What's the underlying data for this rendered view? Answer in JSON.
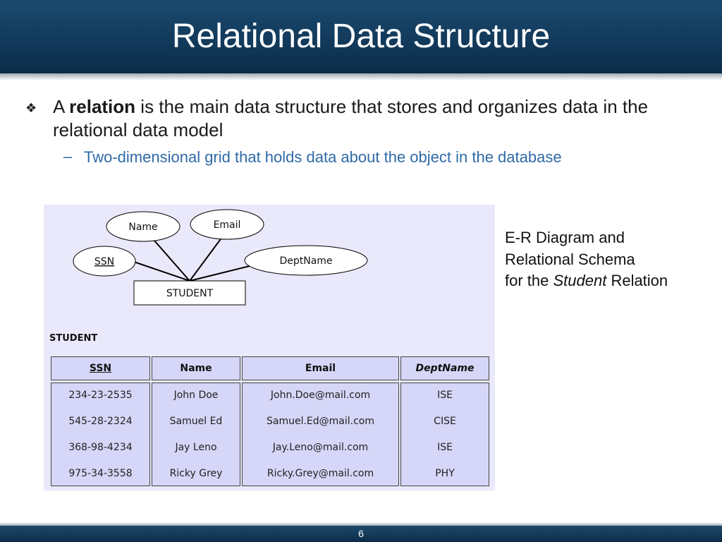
{
  "slide": {
    "title": "Relational Data Structure",
    "bullet": {
      "prefix": "A ",
      "bold": "relation",
      "rest": " is the main data structure that stores and organizes data in the relational data model"
    },
    "sub_bullet": {
      "dash": "–",
      "text": "Two-dimensional grid that holds data about the object in the database"
    },
    "caption": {
      "line1": "E-R Diagram and",
      "line2": "Relational Schema",
      "line3_prefix": "for the ",
      "line3_italic": "Student",
      "line3_suffix": " Relation"
    },
    "page_number": "6"
  },
  "er_diagram": {
    "entity": "STUDENT",
    "attributes": {
      "name": "Name",
      "email": "Email",
      "ssn": "SSN",
      "deptname": "DeptName"
    }
  },
  "relation_table": {
    "name": "STUDENT",
    "headers": [
      "SSN",
      "Name",
      "Email",
      "DeptName"
    ],
    "rows": [
      [
        "234-23-2535",
        "John Doe",
        "John.Doe@mail.com",
        "ISE"
      ],
      [
        "545-28-2324",
        "Samuel Ed",
        "Samuel.Ed@mail.com",
        "CISE"
      ],
      [
        "368-98-4234",
        "Jay Leno",
        "Jay.Leno@mail.com",
        "ISE"
      ],
      [
        "975-34-3558",
        "Ricky Grey",
        "Ricky.Grey@mail.com",
        "PHY"
      ]
    ]
  },
  "colors": {
    "header_bg": "#123a5c",
    "sub_bullet": "#2f6aa7",
    "figure_bg": "#e9e9fb",
    "table_cell": "#d6d6f8"
  }
}
